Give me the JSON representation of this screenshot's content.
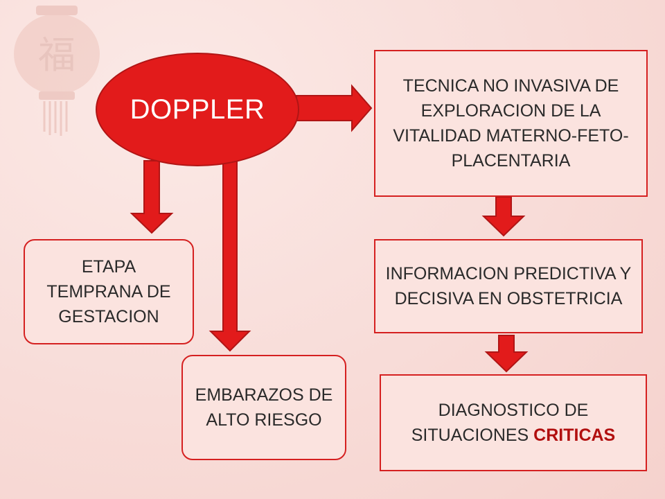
{
  "diagram": {
    "center": "DOPPLER",
    "right_top": "TECNICA NO INVASIVA DE EXPLORACION DE LA VITALIDAD MATERNO-FETO-PLACENTARIA",
    "left_box": "ETAPA TEMPRANA DE GESTACION",
    "mid_box": "EMBARAZOS DE ALTO RIESGO",
    "right_mid": "INFORMACION PREDICTIVA Y DECISIVA EN OBSTETRICIA",
    "right_bottom_prefix": "DIAGNOSTICO DE SITUACIONES ",
    "right_bottom_emph": "CRITICAS"
  },
  "colors": {
    "accent": "#e21b1b",
    "border": "#d52020",
    "box_fill": "#fbe3df",
    "background": "#f8dcd8"
  }
}
